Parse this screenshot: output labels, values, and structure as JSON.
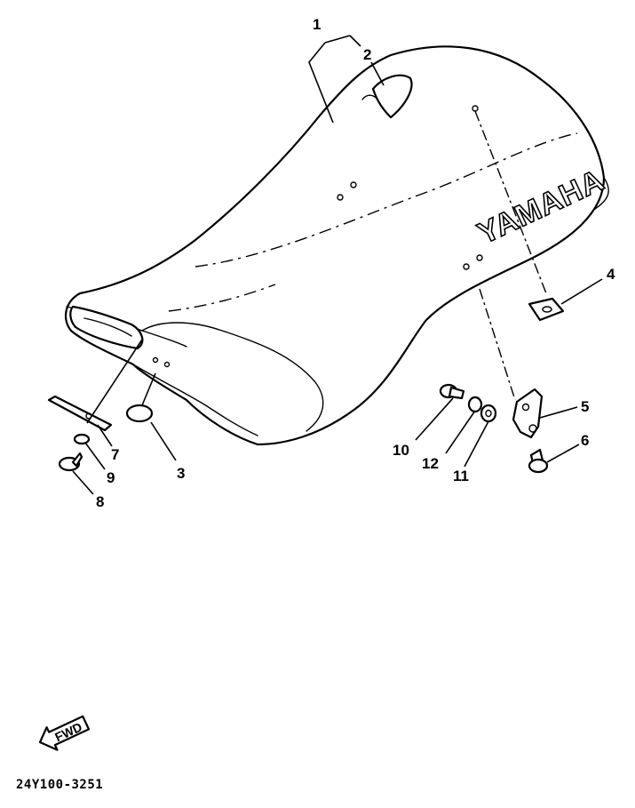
{
  "brand_text": "YAMAHA",
  "callouts": [
    {
      "id": "1",
      "label": "1"
    },
    {
      "id": "2",
      "label": "2"
    },
    {
      "id": "3",
      "label": "3"
    },
    {
      "id": "4",
      "label": "4"
    },
    {
      "id": "5",
      "label": "5"
    },
    {
      "id": "6",
      "label": "6"
    },
    {
      "id": "7",
      "label": "7"
    },
    {
      "id": "8",
      "label": "8"
    },
    {
      "id": "9",
      "label": "9"
    },
    {
      "id": "10",
      "label": "10"
    },
    {
      "id": "11",
      "label": "11"
    },
    {
      "id": "12",
      "label": "12"
    }
  ],
  "fwd_label": "FWD",
  "diagram_code": "24Y100-3251"
}
